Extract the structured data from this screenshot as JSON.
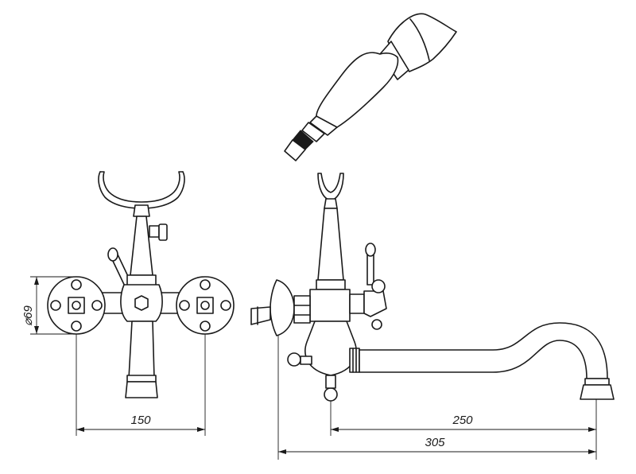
{
  "dimensions": {
    "diameter": "⌀69",
    "front_width": "150",
    "spout_reach": "250",
    "total_length": "305"
  },
  "colors": {
    "line": "#1a1a1a",
    "background": "#ffffff"
  }
}
